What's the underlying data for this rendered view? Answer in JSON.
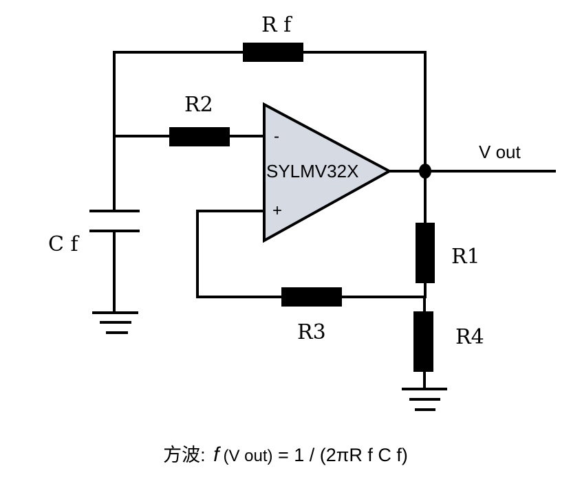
{
  "diagram": {
    "type": "circuit-schematic",
    "description": "Square wave oscillator (relaxation oscillator) using op-amp",
    "opamp": {
      "part_number": "SYLMV32X",
      "inverting_input_label": "-",
      "non_inverting_input_label": "+",
      "fill_color": "#d6dae3"
    },
    "components": {
      "rf": {
        "label": "R f",
        "type": "resistor"
      },
      "r2": {
        "label": "R2",
        "type": "resistor"
      },
      "r1": {
        "label": "R1",
        "type": "resistor"
      },
      "r3": {
        "label": "R3",
        "type": "resistor"
      },
      "r4": {
        "label": "R4",
        "type": "resistor"
      },
      "cf": {
        "label": "C f",
        "type": "capacitor"
      }
    },
    "output_label": "V out",
    "caption": {
      "prefix": "方波:",
      "freq_symbol": "f",
      "output_ref": "(V out)",
      "formula": "= 1 / (2πR f C f)"
    }
  }
}
